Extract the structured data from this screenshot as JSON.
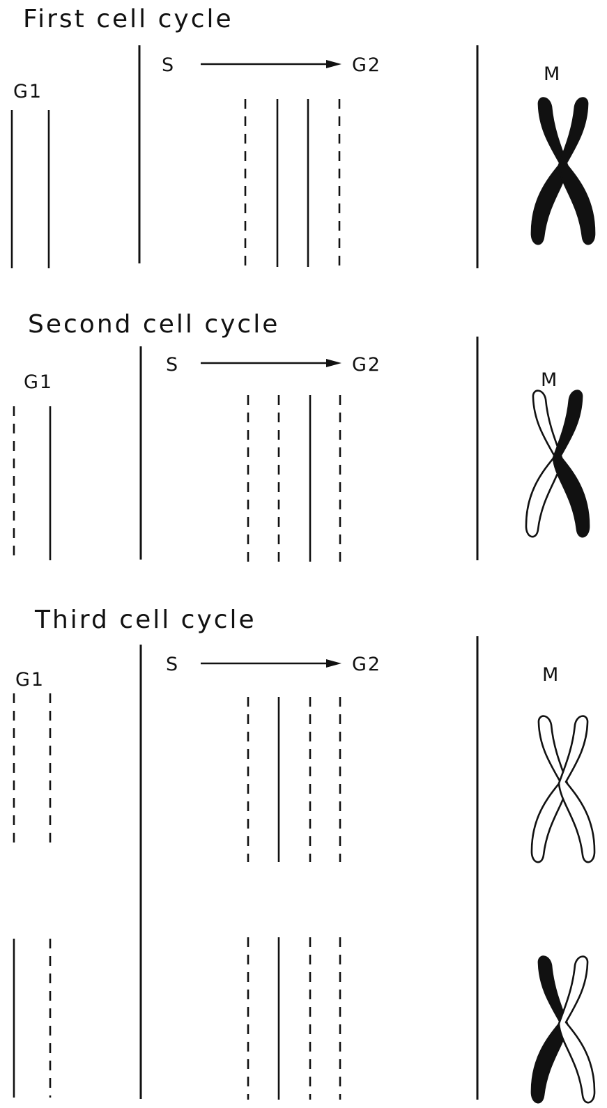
{
  "cycles": [
    {
      "title": "First cell cycle",
      "labels": {
        "g1": "G1",
        "s": "S",
        "g2": "G2",
        "m": "M"
      },
      "g1_strands": [
        "solid",
        "solid"
      ],
      "g2_strands": [
        "dashed",
        "solid",
        "solid",
        "dashed"
      ],
      "m_chromatids": [
        [
          "black",
          "black"
        ]
      ]
    },
    {
      "title": "Second cell cycle",
      "labels": {
        "g1": "G1",
        "s": "S",
        "g2": "G2",
        "m": "M"
      },
      "g1_strands": [
        "dashed",
        "solid"
      ],
      "g2_strands": [
        "dashed",
        "dashed",
        "solid",
        "dashed"
      ],
      "m_chromatids": [
        [
          "white",
          "black"
        ]
      ]
    },
    {
      "title": "Third cell cycle",
      "labels": {
        "g1": "G1",
        "s": "S",
        "g2": "G2",
        "m": "M"
      },
      "g1_strands": [
        "dashed",
        "dashed",
        "solid",
        "dashed"
      ],
      "g2_strands": [
        "dashed",
        "solid",
        "dashed",
        "dashed",
        "dashed",
        "solid",
        "dashed",
        "dashed"
      ],
      "m_chromatids": [
        [
          "white",
          "white"
        ],
        [
          "black",
          "white"
        ]
      ]
    }
  ],
  "colors": {
    "ink": "#111111",
    "paper": "#ffffff"
  }
}
